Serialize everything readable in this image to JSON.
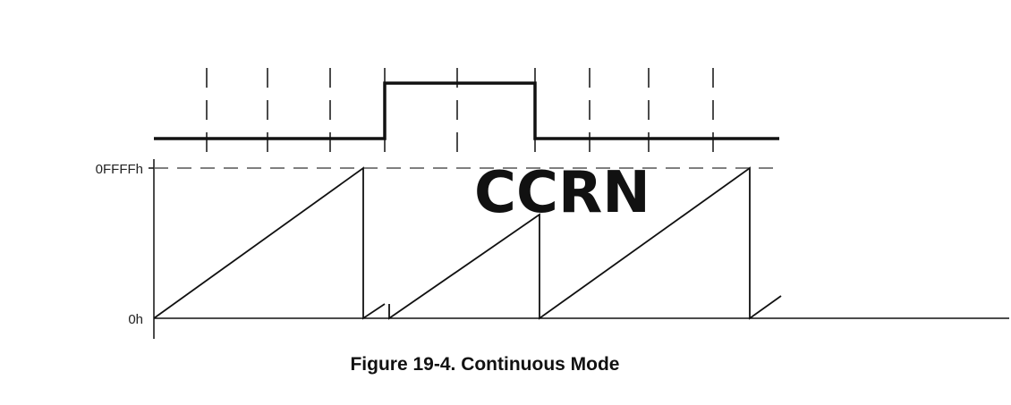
{
  "figure": {
    "caption": "Figure 19-4. Continuous Mode",
    "overlay_label": "CCRN"
  },
  "axis": {
    "y_max_label": "0FFFFh",
    "y_min_label": "0h"
  },
  "colors": {
    "line": "#111111",
    "dashed": "#555555",
    "background": "#ffffff"
  }
}
